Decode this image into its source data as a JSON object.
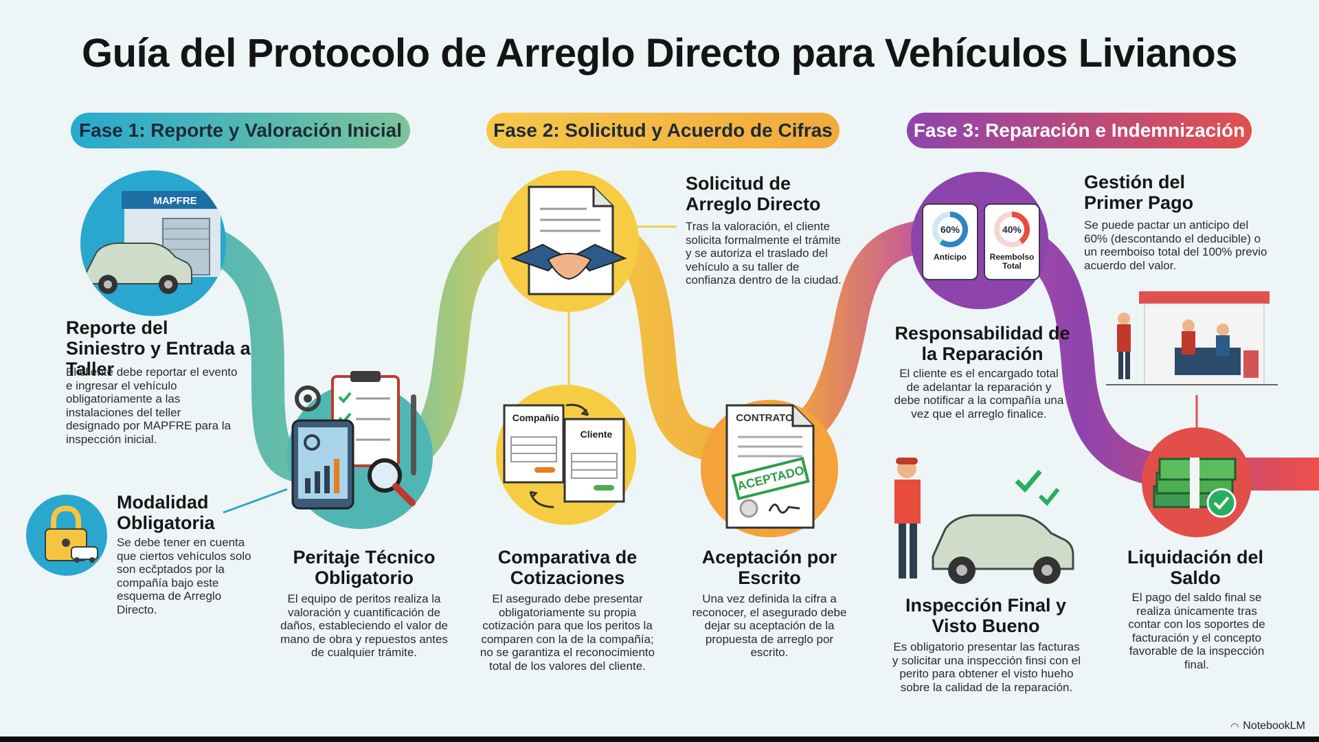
{
  "title": "Guía del Protocolo de Arreglo Directo para Vehículos Livianos",
  "phases": [
    {
      "label": "Fase 1: Reporte y Valoración Inicial",
      "color_start": "#27a9cf",
      "color_end": "#7cc59a"
    },
    {
      "label": "Fase 2: Solicitud y Acuerdo de Cifras",
      "color_start": "#f6c74a",
      "color_end": "#f2aa3d"
    },
    {
      "label": "Fase 3: Reparación e Indemnización",
      "color_start": "#8e44ad",
      "color_end": "#e2504e"
    }
  ],
  "steps": {
    "reporte": {
      "title": "Reporte del Siniestro y Entrada a Taller",
      "text": "El cliente debe reportar el evento e ingresar el vehículo obligatoriamente a las instalaciones del teller designado por MAPFRE para la inspección inicial.",
      "sign_text": "MAPFRE"
    },
    "modalidad": {
      "title": "Modalidad Obligatoria",
      "text": "Se debe tener en cuenta que ciertos vehículos solo son ecčptados por la compañía bajo este esquema de Arreglo Directo."
    },
    "peritaje": {
      "title": "Peritaje Técnico Obligatorio",
      "text": "El equipo de peritos realiza la valoración y cuantificación de daños, estableciendo el valor de mano de obra y repuestos antes de cualquier trámite."
    },
    "solicitud": {
      "title": "Solicitud de Arreglo Directo",
      "text": "Tras la valoración, el cliente solicita formalmente el trámite y se autoriza el traslado del vehículo a su taller de confianza dentro de la ciudad."
    },
    "comparativa": {
      "title": "Comparativa de Cotizaciones",
      "text": "El asegurado debe presentar obligatoriamente su propia cotización para que los peritos la comparen con la de la compañía; no se garantiza el reconocimiento total de los valores del cliente.",
      "doc_a": "Compañío",
      "doc_b": "Cliente"
    },
    "aceptacion": {
      "title": "Aceptación por Escrito",
      "text": "Una vez definida la cifra a reconocer, el asegurado debe dejar su aceptación de la propuesta de arreglo por escrito.",
      "doc_header": "CONTRATO",
      "stamp": "ACEPTADO"
    },
    "gestion": {
      "title": "Gestión del Primer Pago",
      "text": "Se puede pactar un anticipo del 60% (descontando el deducible) o un reemboiso total del 100% previo acuerdo del valor.",
      "card_a_value": "60%",
      "card_a_label": "Anticipo",
      "card_a_fraction": 0.6,
      "card_b_value": "40%",
      "card_b_label": "Reembolso Total",
      "card_b_fraction": 0.4
    },
    "responsabilidad": {
      "title": "Responsabilidad de la Reparación",
      "text": "El cliente es el encargado total de adelantar la reparación y debe notificar a la compañía una vez que el arreglo finalice."
    },
    "inspeccion": {
      "title": "Inspección Final y Visto Bueno",
      "text": "Es obligatorio presentar las facturas y solicitar una inspección finsi con el perito para obtener el visto hueho sobre la calidad de la reparación."
    },
    "liquidacion": {
      "title": "Liquidación del Saldo",
      "text": "El pago del saldo final se realiza únicamente tras contar con los soportes de facturación y el concepto favorable de la inspección final."
    }
  },
  "watermark": "NotebookLM"
}
